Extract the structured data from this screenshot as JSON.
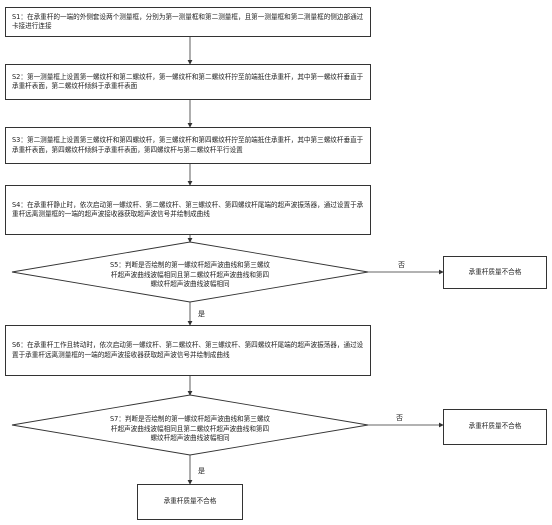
{
  "steps": {
    "s1": "S1：在承重杆的一端的外侧套设两个测量框，分别为第一测量框和第二测量框，且第一测量框和第二测量框的侧边部通过卡接进行连接",
    "s2": "S2：第一测量框上设置第一螺纹杆和第二螺纹杆，第一螺纹杆和第二螺纹杆拧至前端抵住承重杆，其中第一螺纹杆垂直于承重杆表面，第二螺纹杆倾斜于承重杆表面",
    "s3": "S3：第二测量框上设置第三螺纹杆和第四螺纹杆，第三螺纹杆和第四螺纹杆拧至前端抵住承重杆，其中第三螺纹杆垂直于承重杆表面，第四螺纹杆倾斜于承重杆表面，第四螺纹杆与第二螺纹杆平行设置",
    "s4": "S4：在承重杆静止时，依次启动第一螺纹杆、第二螺纹杆、第三螺纹杆、第四螺纹杆尾端的超声波振荡器，通过设置于承重杆远离测量框的一端的超声波接收器获取超声波信号并绘制成曲线",
    "s5": "S5：判断是否绘制的第一螺纹杆超声波曲线和第三螺纹杆超声波曲线波幅相同且第二螺纹杆超声波曲线和第四螺纹杆超声波曲线波幅相同",
    "s6": "S6：在承重杆工作且转动时，依次启动第一螺纹杆、第二螺纹杆、第三螺纹杆、第四螺纹杆尾端的超声波振荡器，通过设置于承重杆远离测量框的一端的超声波接收器获取超声波信号并绘制成曲线",
    "s7": "S7：判断是否绘制的第一螺纹杆超声波曲线和第三螺纹杆超声波曲线波幅相同且第二螺纹杆超声波曲线和第四螺纹杆超声波曲线波幅相同"
  },
  "results": {
    "r5": "承重杆质量不合格",
    "r7": "承重杆质量不合格",
    "final": "承重杆质量不合格"
  },
  "labels": {
    "no5": "否",
    "yes5": "是",
    "no7": "否",
    "yes7": "是"
  }
}
